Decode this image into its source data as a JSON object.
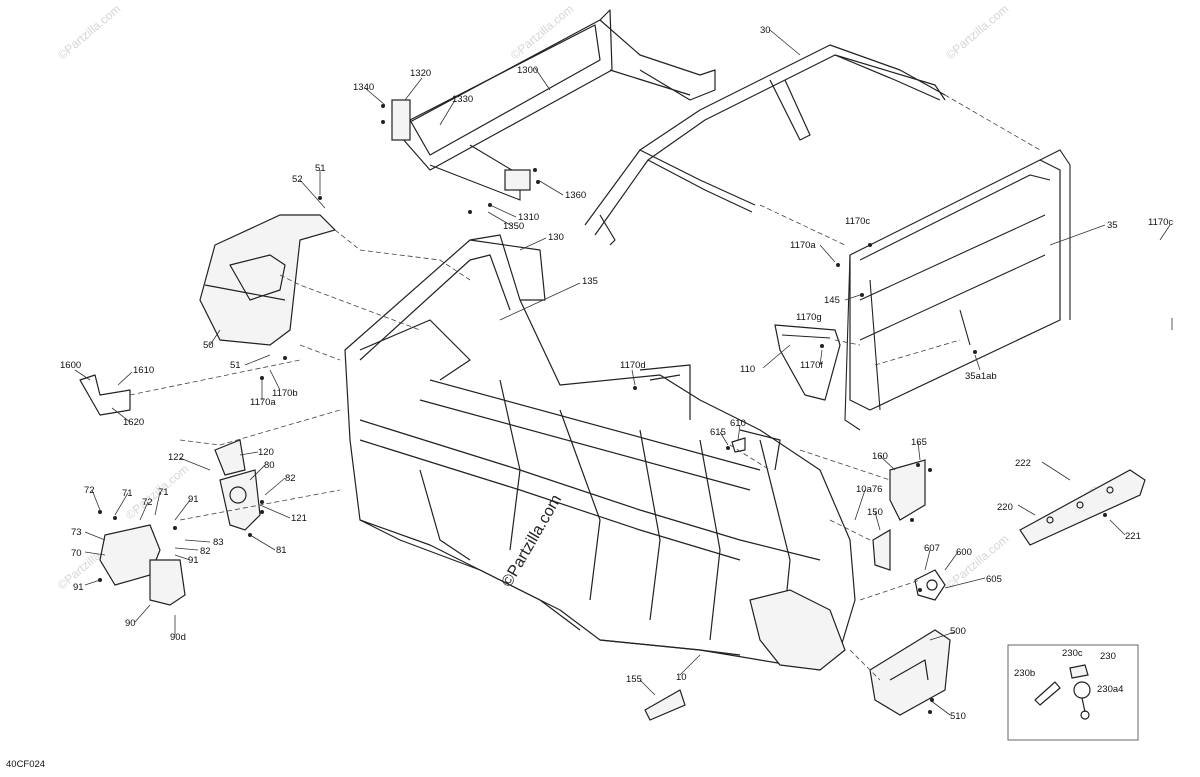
{
  "watermark": "©Partzilla.com",
  "center_watermark": "©Partzilla.com",
  "diagram_code": "40CF024",
  "callouts": {
    "c30": "30",
    "c35": "35",
    "c35a1ab": "35a1ab",
    "c1300": "1300",
    "c1310": "1310",
    "c1320": "1320",
    "c1330": "1330",
    "c1340": "1340",
    "c1350": "1350",
    "c1360": "1360",
    "c51a": "51",
    "c51b": "51",
    "c52": "52",
    "c50": "50",
    "c130": "130",
    "c135": "135",
    "c1170a": "1170a",
    "c1170a2": "1170a",
    "c1170b": "1170b",
    "c1170c": "1170c",
    "c1170d": "1170d",
    "c1170f": "1170f",
    "c1170g": "1170g",
    "c145": "145",
    "c110": "110",
    "c1600": "1600",
    "c1610": "1610",
    "c1620": "1620",
    "c120": "120",
    "c122": "122",
    "c80": "80",
    "c82a": "82",
    "c82b": "82",
    "c121": "121",
    "c81": "81",
    "c83": "83",
    "c72a": "72",
    "c72b": "72",
    "c71a": "71",
    "c71b": "71",
    "c73": "73",
    "c70": "70",
    "c91a": "91",
    "c91b": "91",
    "c91c": "91",
    "c90": "90",
    "c90d": "90d",
    "c615": "615",
    "c610": "610",
    "c160": "160",
    "c165": "165",
    "c150": "150",
    "c10a76": "10a76",
    "c607": "607",
    "c600": "600",
    "c605": "605",
    "c222": "222",
    "c220": "220",
    "c221": "221",
    "c500": "500",
    "c510": "510",
    "c155": "155",
    "c10": "10",
    "c230": "230",
    "c230c": "230c",
    "c230b": "230b",
    "c230a4": "230a4"
  }
}
